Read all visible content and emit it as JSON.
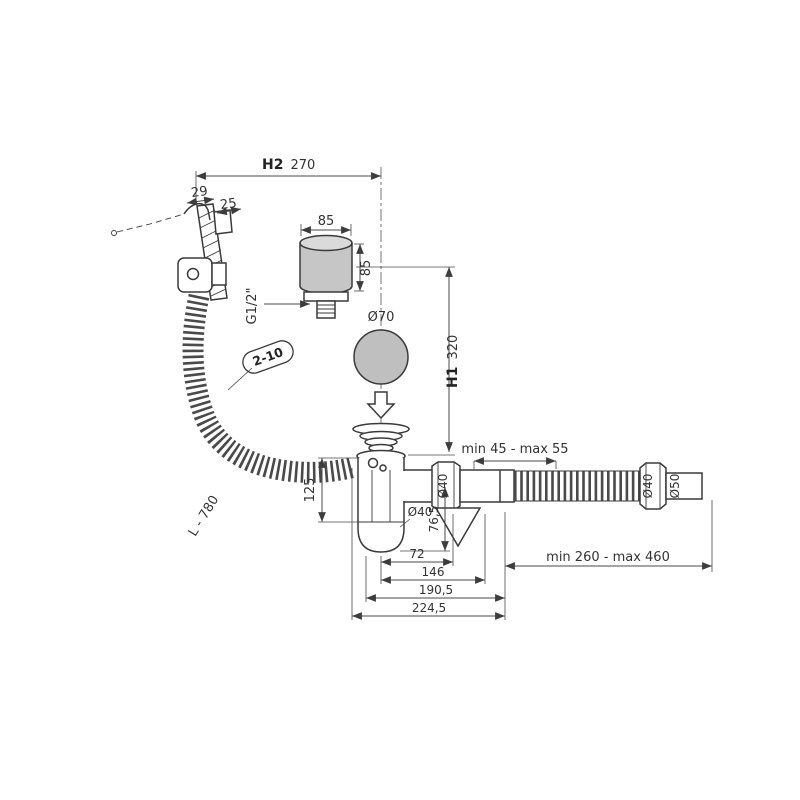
{
  "drawing": {
    "background": "#ffffff",
    "line_color": "#3a3a3a",
    "fill_gray": "#c6c6c6",
    "labels": {
      "h2_label": "H2",
      "h2_value": "270",
      "h1_label": "H1",
      "h1_value": "320",
      "d29": "29",
      "d25": "25",
      "d85_width": "85",
      "d85_height": "85",
      "thread": "G1/2\"",
      "dia70": "Ø70",
      "clamp_range": "2-10",
      "d125": "125",
      "hose_length": "L - 780",
      "d765": "76,5",
      "d72": "72",
      "d146": "146",
      "d1905": "190,5",
      "d2245": "224,5",
      "adjust_range": "min 45 - max 55",
      "dia40_elbow": "Ø40",
      "dia40_trap": "Ø40",
      "dia40_end": "Ø40",
      "dia50_end": "Ø50",
      "extend_range": "min 260 - max 460"
    }
  }
}
